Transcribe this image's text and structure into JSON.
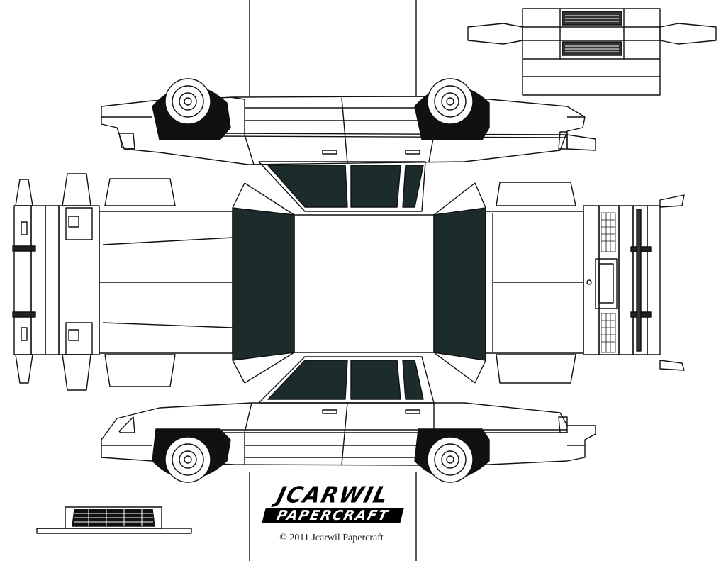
{
  "logo": {
    "line1": "JCARWIL",
    "line2": "PAPERCRAFT"
  },
  "copyright": "© 2011 Jcarwil Papercraft",
  "colors": {
    "ink": "#111111",
    "glass": "#1c2b2c",
    "tire": "#111111",
    "paper": "#ffffff"
  }
}
